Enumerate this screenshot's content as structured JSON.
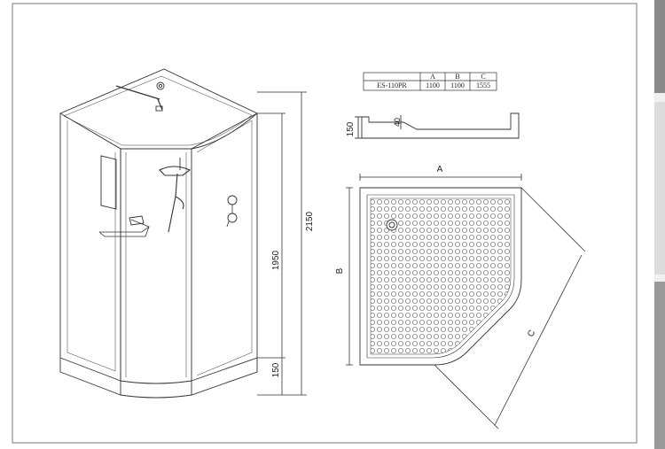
{
  "spec_table": {
    "headers": [
      "",
      "A",
      "B",
      "C"
    ],
    "row": [
      "ES-110PR",
      "1100",
      "1100",
      "1555"
    ]
  },
  "dimensions": {
    "total_height": "2150",
    "panel_height": "1950",
    "base_height": "150",
    "tray_height": "150",
    "tray_depth": "40",
    "width_label": "A",
    "depth_label": "B",
    "diagonal_label": "C"
  },
  "colors": {
    "line": "#333333",
    "border": "#666666",
    "side_strip_top": "#8a8a8a",
    "side_strip_mid": "#e6e6e6",
    "side_strip_bottom": "#9a9a9a"
  }
}
